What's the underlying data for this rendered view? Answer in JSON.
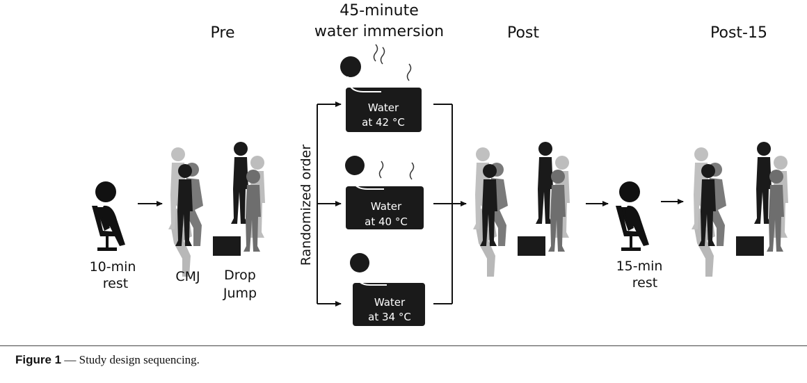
{
  "headers": {
    "pre": "Pre",
    "immersion_line1": "45-minute",
    "immersion_line2": "water immersion",
    "post": "Post",
    "post15": "Post-15"
  },
  "labels": {
    "rest1_line1": "10-min",
    "rest1_line2": "rest",
    "cmj": "CMJ",
    "drop_line1": "Drop",
    "drop_line2": "Jump",
    "randomized": "Randomized order",
    "rest2_line1": "15-min",
    "rest2_line2": "rest"
  },
  "tubs": [
    {
      "line1": "Water",
      "line2": "at 42 °C"
    },
    {
      "line1": "Water",
      "line2": "at 40 °C"
    },
    {
      "line1": "Water",
      "line2": "at 34 °C"
    }
  ],
  "caption": {
    "figure": "Figure 1",
    "dash": " — ",
    "text": "Study design sequencing."
  },
  "colors": {
    "dark": "#1a1a1a",
    "mid": "#6e6e6e",
    "light": "#b8b8b8"
  }
}
